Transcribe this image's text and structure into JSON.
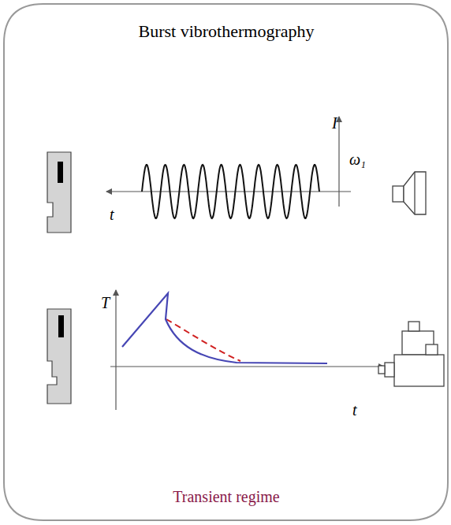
{
  "diagram": {
    "title": "Burst vibrothermography",
    "caption": "Transient regime",
    "labels": [
      "I",
      "ω₁",
      "t",
      "T",
      "t"
    ]
  }
}
